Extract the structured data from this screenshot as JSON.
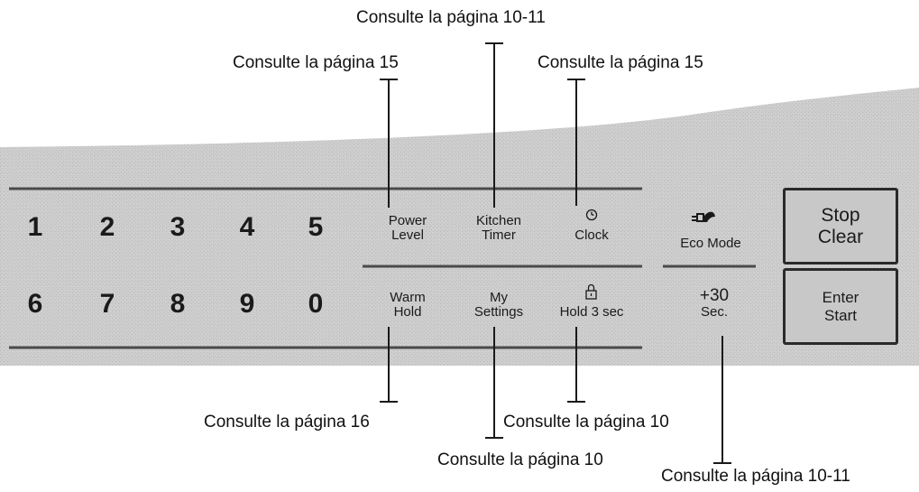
{
  "callouts": {
    "kitchen_timer": "Consulte la página 10-11",
    "power_level": "Consulte la página 15",
    "clock": "Consulte la página 15",
    "warm_hold": "Consulte la página 16",
    "hold_3_sec": "Consulte la página 10",
    "my_settings": "Consulte la página 10",
    "plus_30": "Consulte la página 10-11"
  },
  "keypad": {
    "digits_row1": [
      "1",
      "2",
      "3",
      "4",
      "5"
    ],
    "digits_row2": [
      "6",
      "7",
      "8",
      "9",
      "0"
    ]
  },
  "keys": {
    "power_level": [
      "Power",
      "Level"
    ],
    "kitchen_timer": [
      "Kitchen",
      "Timer"
    ],
    "clock": "Clock",
    "eco_mode": "Eco Mode",
    "warm_hold": [
      "Warm",
      "Hold"
    ],
    "my_settings": [
      "My",
      "Settings"
    ],
    "hold_3_sec": "Hold 3 sec",
    "plus_30": [
      "+30",
      "Sec."
    ],
    "stop_clear": [
      "Stop",
      "Clear"
    ],
    "enter_start": [
      "Enter",
      "Start"
    ]
  },
  "icons": {
    "clock": "clock-icon",
    "lock": "lock-icon",
    "eco": "eco-plug-icon"
  },
  "colors": {
    "panel": "#c9c9c9",
    "divider": "#4a4a4a",
    "text": "#111111"
  }
}
